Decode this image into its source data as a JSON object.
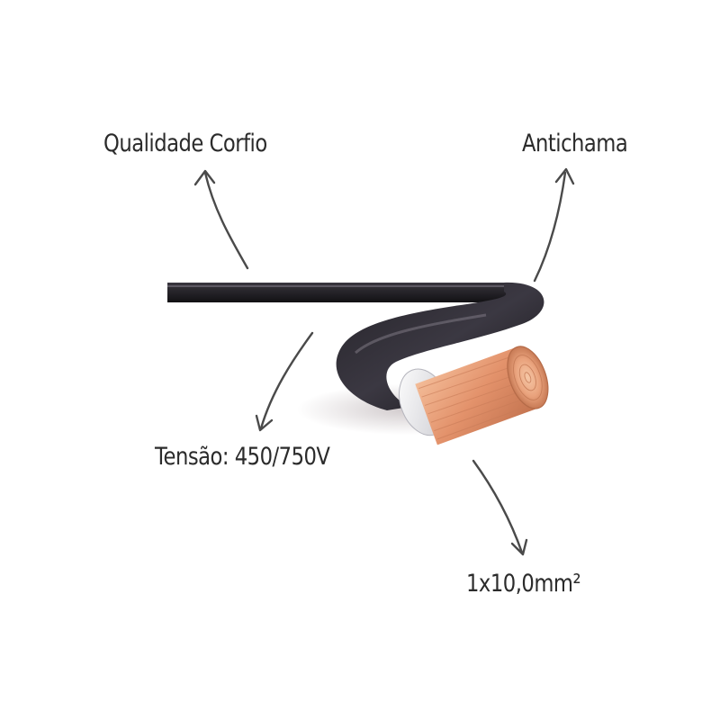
{
  "labels": {
    "quality": "Qualidade Corfio",
    "flame": "Antichama",
    "voltage": "Tensão: 450/750V",
    "section": "1x10,0mm²"
  },
  "colors": {
    "background": "#ffffff",
    "text": "#2b2b2b",
    "arrow": "#4a4a4a",
    "jacket_dark": "#1c1a1f",
    "jacket_highlight": "#8a8690",
    "insulation": "#e8e8ec",
    "copper_light": "#f2b58f",
    "copper_mid": "#e08f68",
    "copper_dark": "#b86a48"
  },
  "icons": [
    "curved-arrow-icon"
  ]
}
